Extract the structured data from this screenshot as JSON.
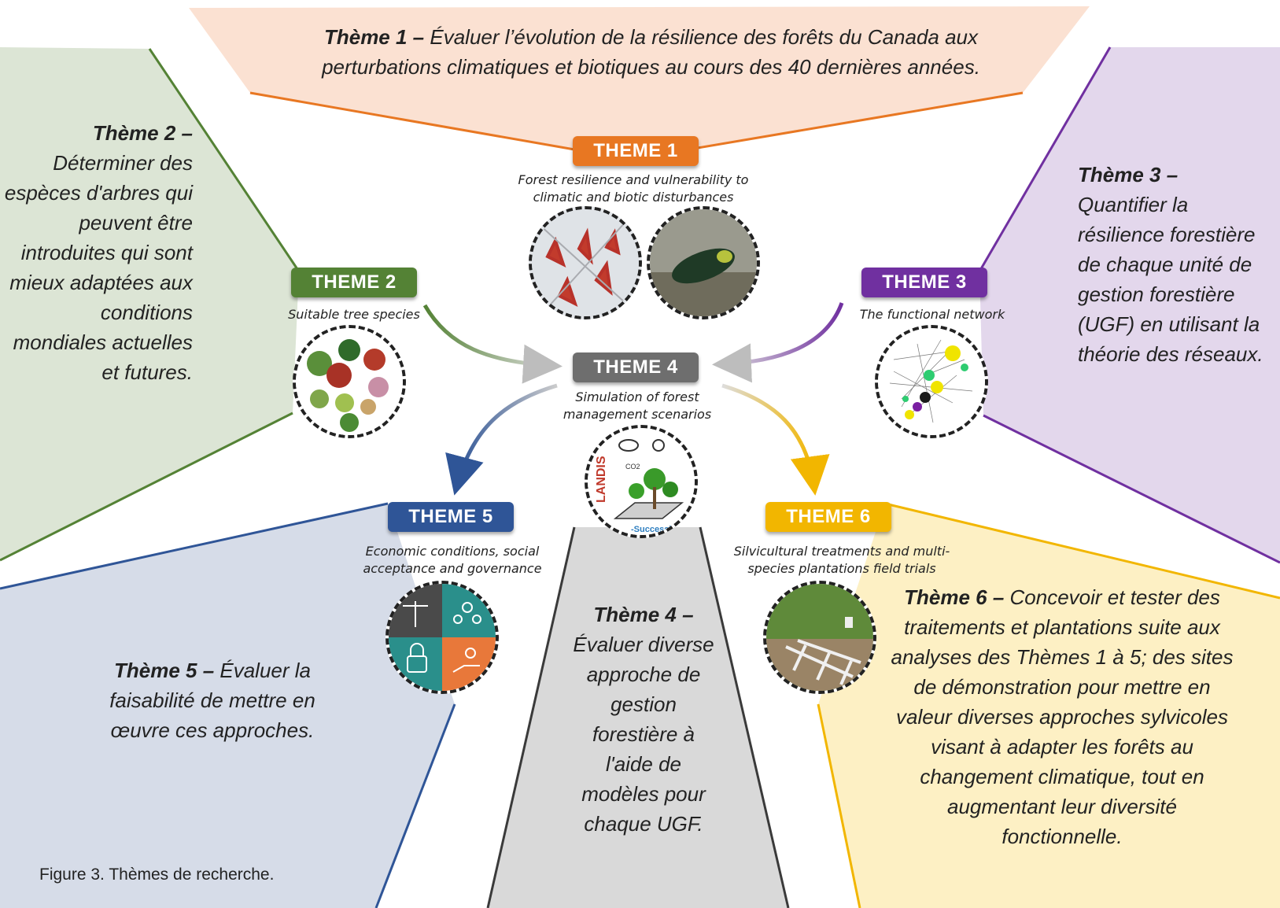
{
  "colors": {
    "theme1": "#e87722",
    "theme2": "#548235",
    "theme3": "#7030a0",
    "theme4": "#6e6e6e",
    "theme5": "#2f5597",
    "theme6": "#f2b600"
  },
  "panels": {
    "t1": {
      "head": "Thème 1 –",
      "body": " Évaluer l’évolution de la résilience des forêts du Canada aux perturbations climatiques et biotiques au cours des 40 dernières années."
    },
    "t2": {
      "head": "Thème 2 –",
      "body": "Déterminer des espèces d'arbres qui peuvent être introduites qui sont mieux adaptées aux conditions mondiales actuelles et futures."
    },
    "t3": {
      "head": "Thème 3 –",
      "body": "Quantifier la résilience forestière de chaque unité de gestion forestière (UGF) en utilisant la théorie des réseaux."
    },
    "t4": {
      "head": "Thème 4 –",
      "body": "Évaluer diverse approche de gestion forestière à l'aide de modèles pour chaque UGF."
    },
    "t5": {
      "head": "Thème 5 –",
      "body": " Évaluer la faisabilité de mettre en œuvre ces approches."
    },
    "t6": {
      "head": "Thème 6 –",
      "body": " Concevoir et tester des traitements et plantations suite aux analyses des Thèmes 1 à 5; des sites de démonstration pour mettre en valeur diverses approches sylvicoles visant à adapter les forêts au changement climatique, tout en augmentant leur diversité fonctionnelle."
    }
  },
  "badges": {
    "t1": {
      "label": "THEME 1",
      "subtitle": "Forest resilience and vulnerability to climatic and biotic disturbances"
    },
    "t2": {
      "label": "THEME 2",
      "subtitle": "Suitable tree species"
    },
    "t3": {
      "label": "THEME 3",
      "subtitle": "The functional network"
    },
    "t4": {
      "label": "THEME 4",
      "subtitle": "Simulation of forest management scenarios"
    },
    "t5": {
      "label": "THEME 5",
      "subtitle": "Economic conditions, social acceptance and governance"
    },
    "t6": {
      "label": "THEME 6",
      "subtitle": "Silvicultural treatments and multi-species plantations field trials"
    }
  },
  "icons": {
    "landis": "LANDIS",
    "co2": "CO2",
    "succession": "-Successi"
  },
  "caption": "Figure 3.  Thèmes de recherche."
}
